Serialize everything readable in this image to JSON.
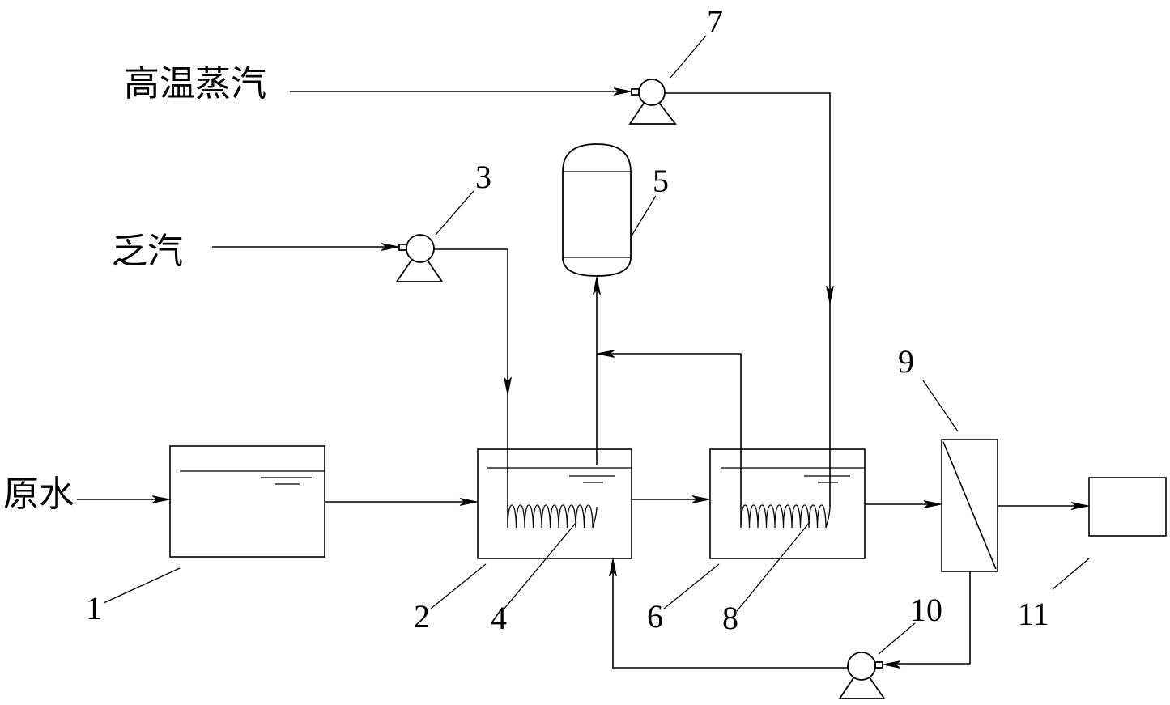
{
  "streams": {
    "high_temp_steam": "高温蒸汽",
    "exhaust_steam": "乏汽",
    "raw_water": "原水"
  },
  "callouts": [
    "1",
    "2",
    "3",
    "4",
    "5",
    "6",
    "7",
    "8",
    "9",
    "10",
    "11"
  ]
}
